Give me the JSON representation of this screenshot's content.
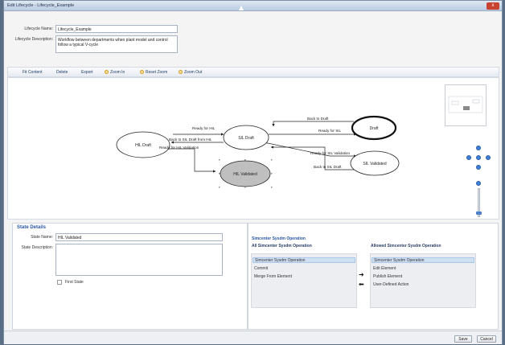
{
  "window": {
    "title": "Edit Lifecycle - Lifecycle_Example",
    "close_glyph": "x"
  },
  "form": {
    "name_label": "Lifecycle Name:",
    "name_value": "Lifecycle_Example",
    "desc_label": "Lifecycle Description:",
    "desc_value": "Workflow between departments when plant model and control follow a typical V-cycle"
  },
  "toolbar": {
    "fit": "Fit Content",
    "delete": "Delete",
    "export": "Export",
    "zoom_in": "Zoom In",
    "reset_zoom": "Reset Zoom",
    "zoom_out": "Zoom Out"
  },
  "diagram": {
    "states": {
      "hil_draft": "HIL Draft",
      "sil_draft": "SIL Draft",
      "draft": "Draft",
      "hil_validated": "HIL Validated",
      "sil_validated": "SIL Validated"
    },
    "transitions": {
      "back_to_draft": "Back to Draft",
      "ready_for_sil": "Ready for SIL",
      "ready_for_hil": "Ready for HIL",
      "back_to_sil_draft_from_hil": "Back to SIL Draft from HIL",
      "ready_for_hil_validation": "Ready for HIL Validation",
      "ready_for_sil_validation": "Ready for SIL Validation",
      "back_to_sil_draft": "Back to SIL Draft"
    }
  },
  "state_details": {
    "title": "State Details",
    "name_label": "State Name:",
    "name_value": "HIL Validated",
    "desc_label": "State Description:",
    "first_state_label": "First State"
  },
  "operations": {
    "title": "Simcenter Sysdm Operation",
    "all_title": "All Simcenter Sysdm Operation",
    "allowed_title": "Allowed Simcenter Sysdm Operation",
    "all_header": "Simcenter Sysdm Operation",
    "all_items": [
      "Commit",
      "Merge From Element"
    ],
    "allowed_header": "Simcenter Sysdm Operation",
    "allowed_items": [
      "Edit Element",
      "Publish Element",
      "User-Defined Action"
    ],
    "add_arrow": "➜",
    "remove_arrow": "⬅"
  },
  "footer": {
    "save": "Save",
    "cancel": "Cancel"
  },
  "colors": {
    "selected_state": "#bfbfbf",
    "accent": "#2a58a5",
    "title_bar": "#c8d6ea"
  }
}
